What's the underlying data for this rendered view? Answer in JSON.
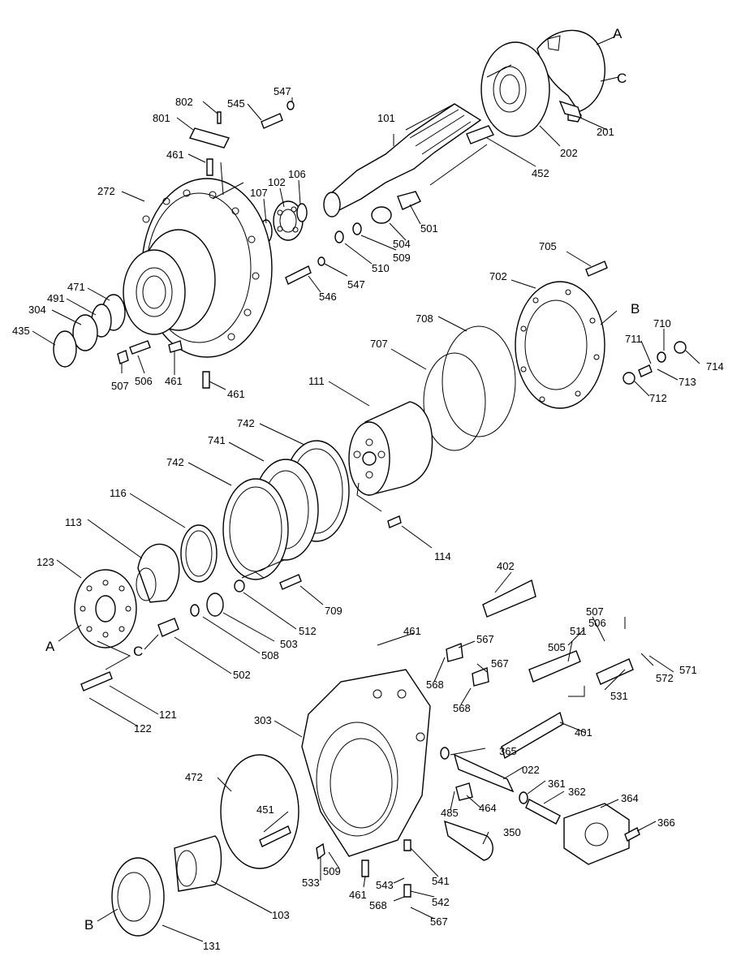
{
  "letters": {
    "A": "A",
    "B": "B",
    "C": "C"
  },
  "labels": {
    "p101": "101",
    "p102": "102",
    "p103": "103",
    "p106": "106",
    "p107": "107",
    "p111": "111",
    "p113": "113",
    "p114": "114",
    "p116": "116",
    "p121": "121",
    "p122": "122",
    "p123": "123",
    "p131": "131",
    "p201": "201",
    "p202": "202",
    "p272": "272",
    "p303": "303",
    "p304": "304",
    "p350": "350",
    "p361": "361",
    "p362": "362",
    "p364": "364",
    "p365": "365",
    "p366": "366",
    "p401": "401",
    "p402": "402",
    "p435": "435",
    "p451": "451",
    "p452": "452",
    "p461": "461",
    "p464": "464",
    "p471": "471",
    "p472": "472",
    "p485": "485",
    "p491": "491",
    "p501": "501",
    "p502": "502",
    "p503": "503",
    "p504": "504",
    "p505": "505",
    "p506": "506",
    "p507": "507",
    "p508": "508",
    "p509": "509",
    "p510": "510",
    "p511": "511",
    "p512": "512",
    "p531": "531",
    "p533": "533",
    "p541": "541",
    "p542": "542",
    "p543": "543",
    "p545": "545",
    "p546": "546",
    "p547": "547",
    "p567": "567",
    "p568": "568",
    "p571": "571",
    "p572": "572",
    "p702": "702",
    "p705": "705",
    "p707": "707",
    "p708": "708",
    "p709": "709",
    "p710": "710",
    "p711": "711",
    "p712": "712",
    "p713": "713",
    "p714": "714",
    "p741": "741",
    "p742": "742",
    "p801": "801",
    "p802": "802",
    "p022": "022"
  }
}
